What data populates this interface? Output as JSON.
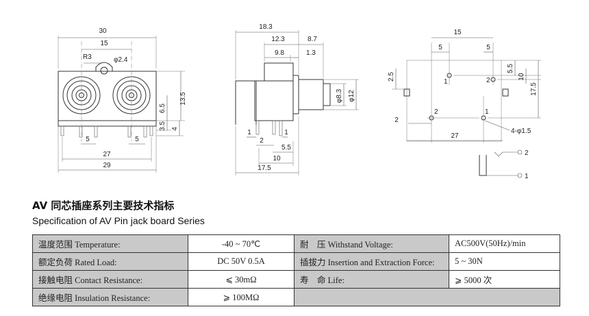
{
  "drawing": {
    "front": {
      "dims": [
        "30",
        "15",
        "R3",
        "φ2.4",
        "13.5",
        "6.5",
        "3.5",
        "4",
        "5",
        "5",
        "27",
        "29"
      ]
    },
    "side": {
      "dims": [
        "18.3",
        "12.3",
        "8.7",
        "9.8",
        "1.3",
        "φ8.3",
        "φ12",
        "1",
        "2",
        "1",
        "5.5",
        "10",
        "17.5"
      ]
    },
    "pcb": {
      "dims": [
        "15",
        "5",
        "5",
        "5.5",
        "10",
        "17.5",
        "2.5",
        "2",
        "27",
        "4-φ1.5"
      ],
      "pins": [
        "1",
        "2",
        "2",
        "1"
      ]
    },
    "schematic": {
      "pins": [
        "2",
        "1"
      ]
    }
  },
  "title": {
    "cn": "AV 同芯插座系列主要技术指标",
    "en": "Specification of AV Pin jack board Series"
  },
  "table": {
    "rows": [
      {
        "l1": "温度范围 Temperature:",
        "v1": "-40 ~ 70℃",
        "l2": "耐　压 Withstand Voltage:",
        "v2": "AC500V(50Hz)/min"
      },
      {
        "l1": "额定负荷 Rated Load:",
        "v1": "DC 50V 0.5A",
        "l2": "插拔力 Insertion and Extraction Force:",
        "v2": "5 ~ 30N"
      },
      {
        "l1": "接触电阻 Contact Resistance:",
        "v1": "⩽ 30mΩ",
        "l2": "寿　命 Life:",
        "v2": "⩾ 5000 次"
      },
      {
        "l1": "绝缘电阻 Insulation Resistance:",
        "v1": "⩾ 100MΩ",
        "l2": "",
        "v2": ""
      }
    ]
  }
}
